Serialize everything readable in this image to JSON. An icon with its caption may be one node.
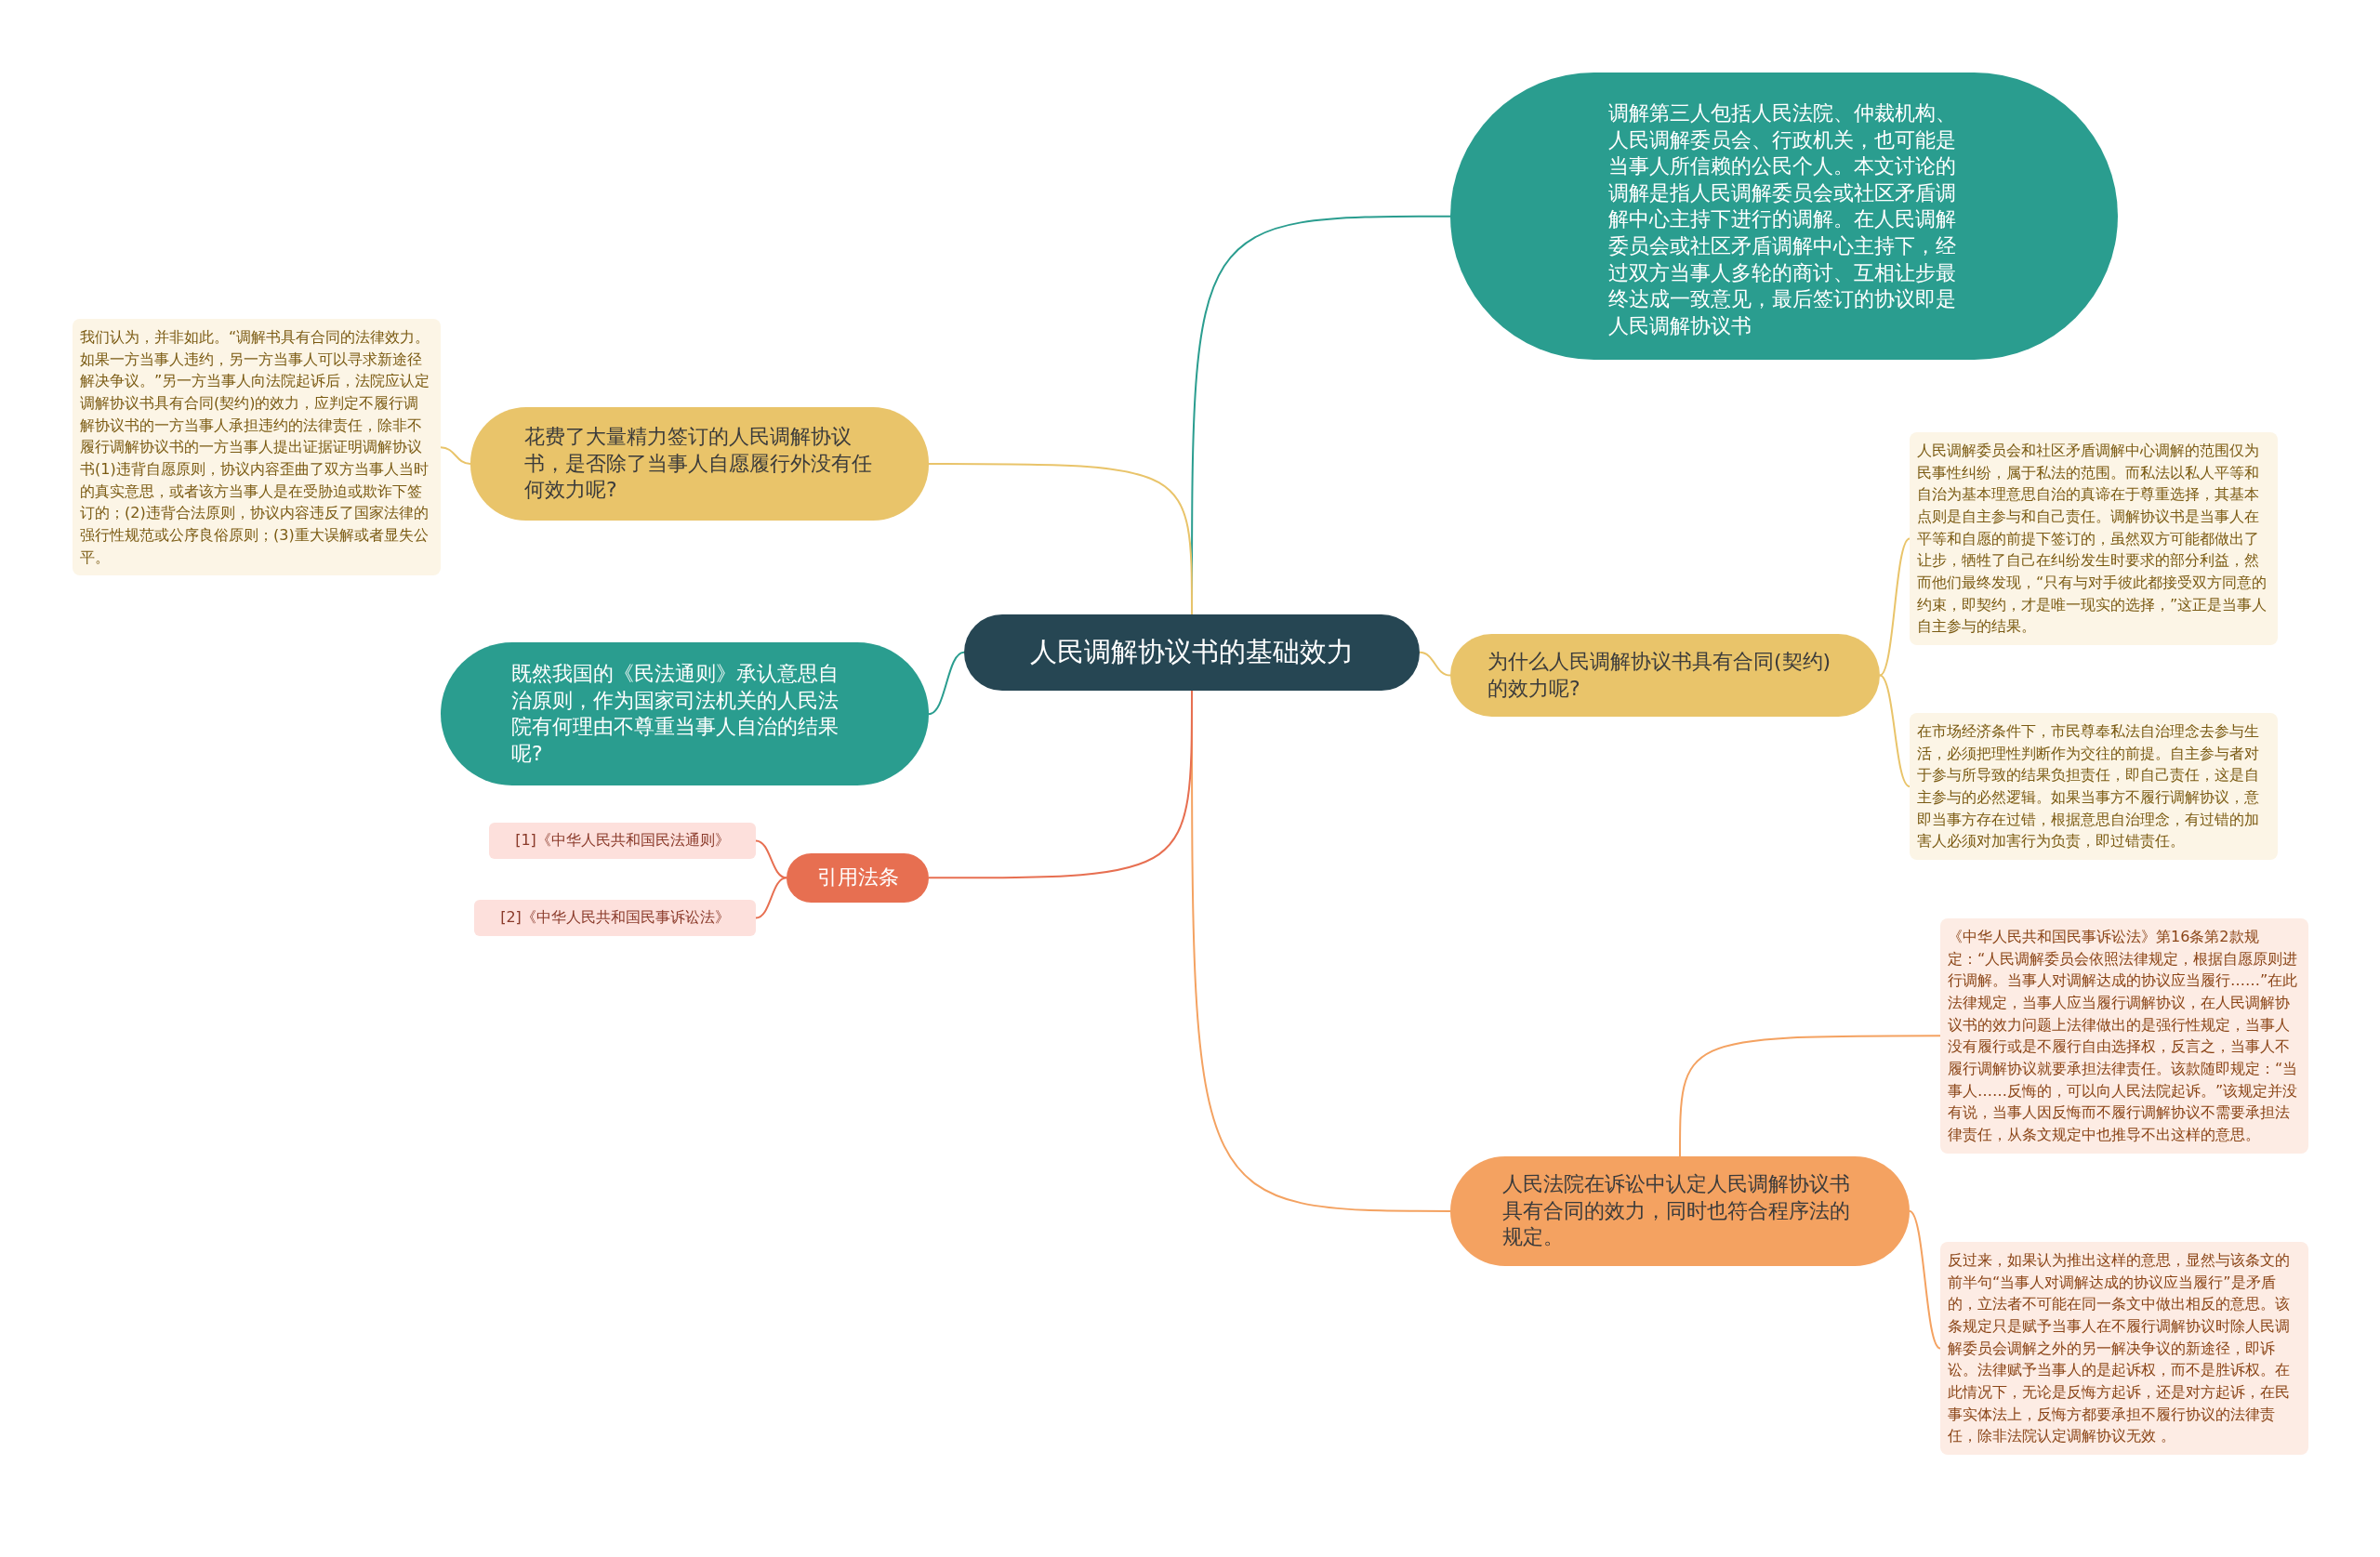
{
  "diagram": {
    "nodes": [
      {
        "text": [
          "人民调解协议书的基础效力"
        ]
      },
      {
        "text": [
          "调解第三人包括人民法院、仲裁机构、人民调解委员会、行政机关，也可能是当事人所信赖的公民个人。本文讨论的调解是指人民调解委员会或社区矛盾调解中心主持下进行的调解。在人民调解委员会或社区矛盾调解中心主持下，经过双方当事人多轮的商讨、互相让步最终达成一致意见，最后签订的协议即是人民调解协议书"
        ]
      },
      {
        "text": [
          "为什么人民调解协议书具有合同(契约)的效力呢?"
        ]
      },
      {
        "text": [
          "人民调解委员会和社区矛盾调解中心调解的范围仅为民事性纠纷，属于私法的范围。而私法以私人平等和自治为基本理意思自治的真谛在于尊重选择，其基本点则是自主参与和自己责任。调解协议书是当事人在平等和自愿的前提下签订的，虽然双方可能都做出了让步，牺牲了自己在纠纷发生时要求的部分利益，然而他们最终发现，“只有与对手彼此都接受双方同意的约束，即契约，才是唯一现实的选择，”这正是当事人自主参与的结果。"
        ]
      },
      {
        "text": [
          "在市场经济条件下，市民尊奉私法自治理念去参与生活，必须把理性判断作为交往的前提。自主参与者对于参与所导致的结果负担责任，即自己责任，这是自主参与的必然逻辑。如果当事方不履行调解协议，意即当事方存在过错，根据意思自治理念，有过错的加害人必须对加害行为负责，即过错责任。"
        ]
      },
      {
        "text": [
          "人民法院在诉讼中认定人民调解协议书具有合同的效力，同时也符合程序法的规定。"
        ]
      },
      {
        "text": [
          "《中华人民共和国民事诉讼法》第16条第2款规定：“人民调解委员会依照法律规定，根据自愿原则进行调解。当事人对调解达成的协议应当履行……”在此法律规定，当事人应当履行调解协议，在人民调解协议书的效力问题上法律做出的是强行性规定，当事人没有履行或是不履行自由选择权，反言之，当事人不履行调解协议就要承担法律责任。该款随即规定：“当事人……反悔的，可以向人民法院起诉。”该规定并没有说，当事人因反悔而不履行调解协议不需要承担法律责任，从条文规定中也推导不出这样的意思。"
        ]
      },
      {
        "text": [
          "反过来，如果认为推出这样的意思，显然与该条文的前半句“当事人对调解达成的协议应当履行”是矛盾的，立法者不可能在同一条文中做出相反的意思。该条规定只是赋予当事人在不履行调解协议时除人民调解委员会调解之外的另一解决争议的新途径，即诉讼。法律赋予当事人的是起诉权，而不是胜诉权。在此情况下，无论是反悔方起诉，还是对方起诉，在民事实体法上，反悔方都要承担不履行协议的法律责任，除非法院认定调解协议无效 。"
        ]
      },
      {
        "text": [
          "花费了大量精力签订的人民调解协议书，是否除了当事人自愿履行外没有任何效力呢?"
        ]
      },
      {
        "text": [
          "我们认为，并非如此。“调解书具有合同的法律效力。如果一方当事人违约，另一方当事人可以寻求新途径解决争议。”另一方当事人向法院起诉后，法院应认定调解协议书具有合同(契约)的效力，应判定不履行调解协议书的一方当事人承担违约的法律责任，除非不履行调解协议书的一方当事人提出证据证明调解协议书(1)违背自愿原则，协议内容歪曲了双方当事人当时的真实意思，或者该方当事人是在受胁迫或欺诈下签订的；(2)违背合法原则，协议内容违反了国家法律的强行性规范或公序良俗原则；(3)重大误解或者显失公平。"
        ]
      },
      {
        "text": [
          "既然我国的《民法通则》承认意思自治原则，作为国家司法机关的人民法院有何理由不尊重当事人自治的结果呢?"
        ]
      },
      {
        "text": [
          "引用法条"
        ]
      },
      {
        "text": [
          "[1]《中华人民共和国民法通则》"
        ]
      },
      {
        "text": [
          "[2]《中华人民共和国民事诉讼法》"
        ]
      }
    ],
    "edges": [
      {
        "from": 0,
        "to": 1,
        "arrow": "none",
        "color": "#2a9d8f"
      },
      {
        "from": 0,
        "to": 2,
        "arrow": "none",
        "color": "#e9c46a"
      },
      {
        "from": 2,
        "to": 3,
        "arrow": "none",
        "color": "#e9c46a"
      },
      {
        "from": 2,
        "to": 4,
        "arrow": "none",
        "color": "#e9c46a"
      },
      {
        "from": 0,
        "to": 5,
        "arrow": "none",
        "color": "#f4a261"
      },
      {
        "from": 5,
        "to": 6,
        "arrow": "none",
        "color": "#f4a261"
      },
      {
        "from": 5,
        "to": 7,
        "arrow": "none",
        "color": "#f4a261"
      },
      {
        "from": 0,
        "to": 8,
        "arrow": "none",
        "color": "#e9c46a"
      },
      {
        "from": 8,
        "to": 9,
        "arrow": "none",
        "color": "#e9c46a"
      },
      {
        "from": 0,
        "to": 10,
        "arrow": "none",
        "color": "#2a9d8f"
      },
      {
        "from": 0,
        "to": 11,
        "arrow": "none",
        "color": "#e76f51"
      },
      {
        "from": 11,
        "to": 12,
        "arrow": "none",
        "color": "#e76f51"
      },
      {
        "from": 11,
        "to": 13,
        "arrow": "none",
        "color": "#e76f51"
      }
    ]
  }
}
